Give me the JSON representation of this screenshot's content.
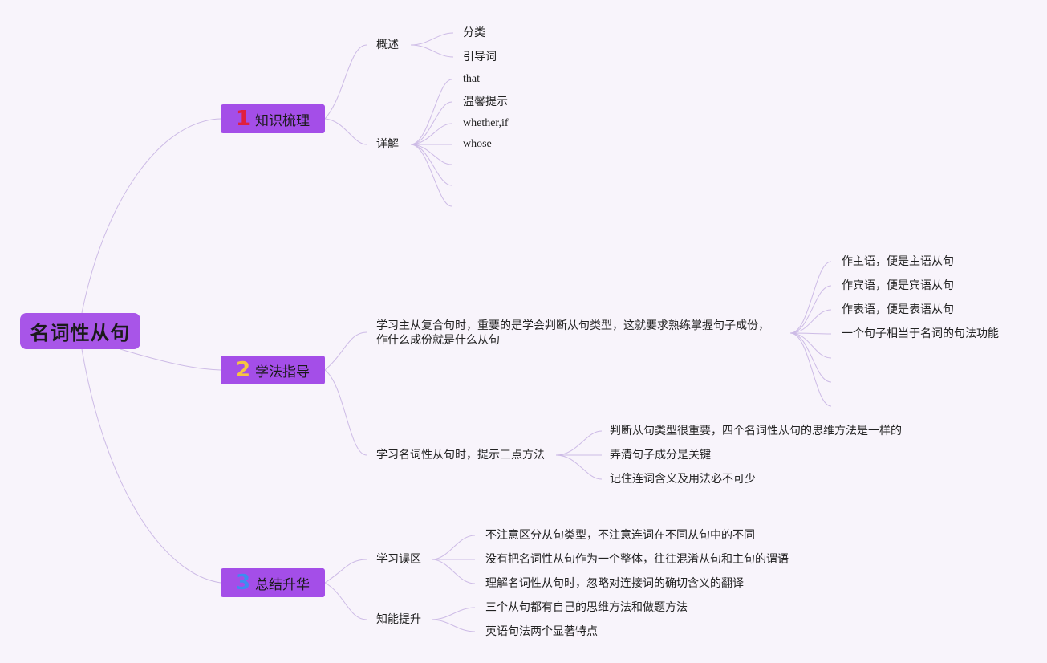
{
  "root": {
    "label": "名词性从句"
  },
  "branches": [
    {
      "num": "1",
      "label": "知识梳理",
      "children": [
        {
          "label": "概述",
          "children": [
            "分类",
            "引导词"
          ]
        },
        {
          "label": "详解",
          "children": [
            "that",
            "温馨提示",
            "whether,if",
            "whose",
            "",
            "",
            ""
          ]
        }
      ]
    },
    {
      "num": "2",
      "label": "学法指导",
      "children": [
        {
          "label_line1": "学习主从复合句时，重要的是学会判断从句类型，这就要求熟练掌握句子成份，",
          "label_line2": "作什么成份就是什么从句",
          "children": [
            "作主语，便是主语从句",
            "作宾语，便是宾语从句",
            "作表语，便是表语从句",
            "一个句子相当于名词的句法功能",
            "",
            "",
            ""
          ]
        },
        {
          "label": "学习名词性从句时，提示三点方法",
          "children": [
            "判断从句类型很重要，四个名词性从句的思维方法是一样的",
            "弄清句子成分是关键",
            "记住连词含义及用法必不可少"
          ]
        }
      ]
    },
    {
      "num": "3",
      "label": "总结升华",
      "children": [
        {
          "label": "学习误区",
          "children": [
            "不注意区分从句类型，不注意连词在不同从句中的不同",
            "没有把名词性从句作为一个整体，往往混淆从句和主句的谓语",
            "理解名词性从句时，忽略对连接词的确切含义的翻译"
          ]
        },
        {
          "label": "知能提升",
          "children": [
            "三个从句都有自己的思维方法和做题方法",
            "英语句法两个显著特点"
          ]
        }
      ]
    }
  ],
  "colors": {
    "background": "#f8f4fb",
    "node_fill": "#a44ee8",
    "link": "#cdbbe6",
    "num1": "#e0203e",
    "num2": "#f6c542",
    "num3": "#3f8bf0"
  }
}
